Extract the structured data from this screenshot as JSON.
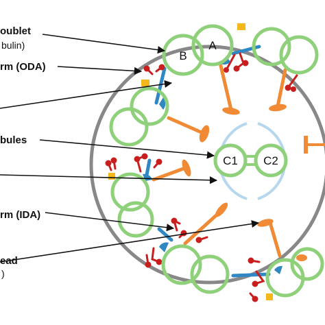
{
  "labels": {
    "doublet": "oublet",
    "doublet_sub": "bulin)",
    "oda": "rm (ODA)",
    "central_pair": "bules",
    "ida": "rm (IDA)",
    "radial_head": "ead",
    "radial_head_sub": ")"
  },
  "tubules": {
    "a": "A",
    "b": "B",
    "c1": "C1",
    "c2": "C2"
  },
  "colors": {
    "outline": "#888888",
    "tubule": "#8fd07a",
    "nexin": "#2f87c4",
    "arm": "#c81e1e",
    "spoke": "#f08a35",
    "central": "#b6d7ee",
    "anchor": "#f5b81c",
    "pointer": "#111111"
  }
}
